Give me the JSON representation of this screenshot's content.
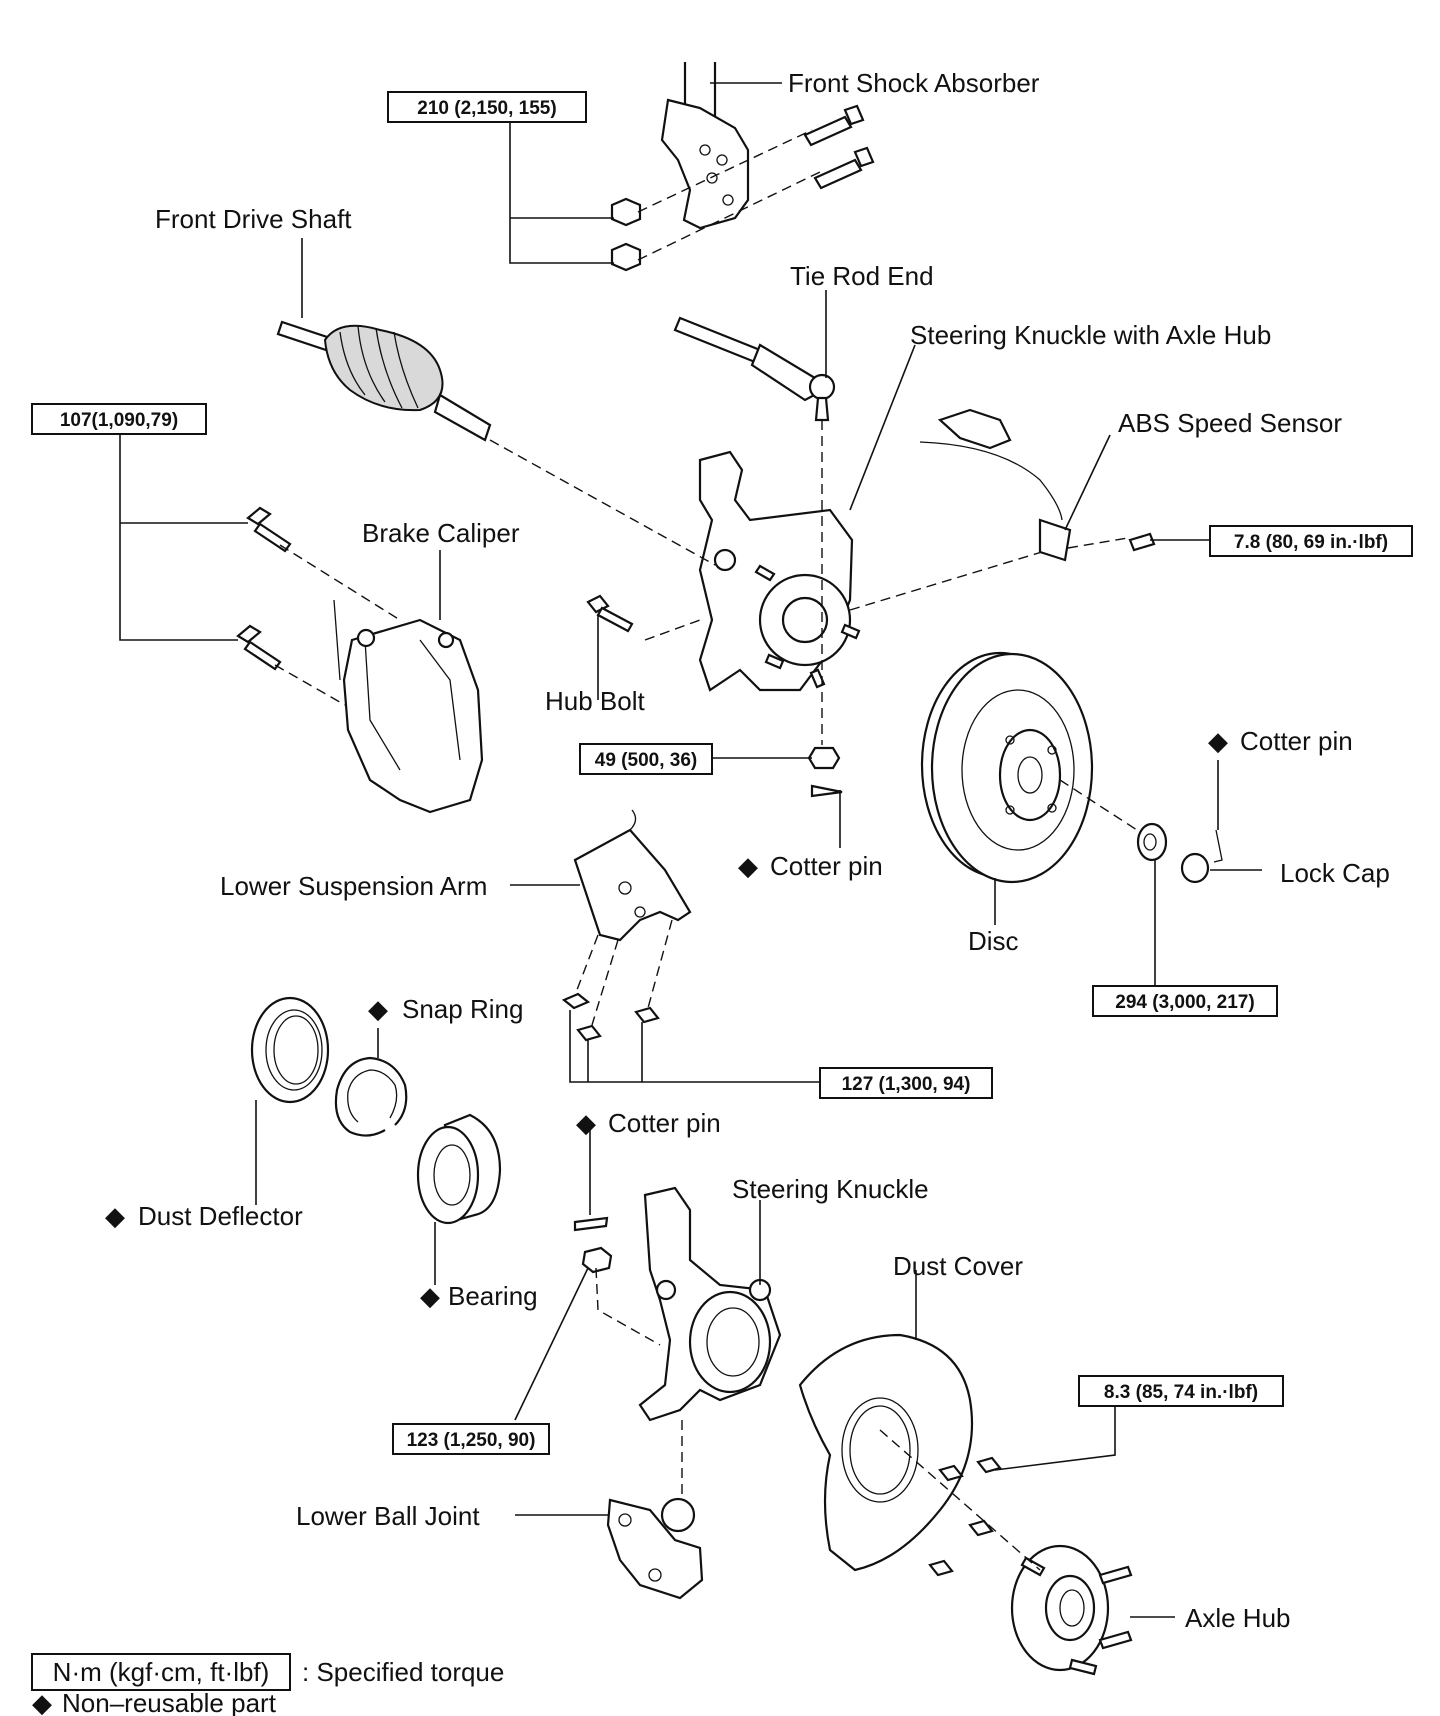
{
  "parts": {
    "front_shock_absorber": "Front Shock Absorber",
    "front_drive_shaft": "Front Drive Shaft",
    "tie_rod_end": "Tie Rod End",
    "steering_knuckle_with_axle_hub": "Steering Knuckle with Axle Hub",
    "abs_speed_sensor": "ABS Speed Sensor",
    "brake_caliper": "Brake Caliper",
    "hub_bolt": "Hub Bolt",
    "cotter_pin_mid": "Cotter pin",
    "cotter_pin_right": "Cotter pin",
    "cotter_pin_lower": "Cotter pin",
    "lower_suspension_arm": "Lower Suspension Arm",
    "lock_cap": "Lock Cap",
    "disc": "Disc",
    "snap_ring": "Snap Ring",
    "dust_deflector": "Dust Deflector",
    "bearing": "Bearing",
    "steering_knuckle": "Steering Knuckle",
    "dust_cover": "Dust Cover",
    "lower_ball_joint": "Lower Ball Joint",
    "axle_hub": "Axle Hub"
  },
  "torques": {
    "shock": "210 (2,150, 155)",
    "caliper": "107(1,090,79)",
    "abs": "7.8 (80, 69 in.·lbf)",
    "tie_rod": "49 (500, 36)",
    "axle_nut": "294 (3,000, 217)",
    "arm": "127 (1,300, 94)",
    "ball_joint": "123 (1,250, 90)",
    "dust_cover": "8.3 (85, 74 in.·lbf)"
  },
  "non_reusable_symbol": "◆",
  "legend": {
    "unit_box": "N·m (kgf·cm, ft·lbf)",
    "unit_text": ": Specified torque",
    "non_reusable": "Non–reusable part"
  }
}
